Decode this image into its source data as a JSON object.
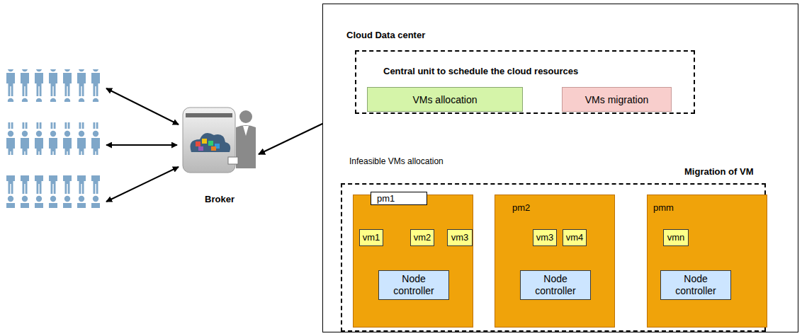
{
  "diagram": {
    "nodes": [
      {
        "text": [
          "Broker"
        ]
      },
      {
        "text": [
          "Cloud Data center"
        ]
      },
      {
        "text": [
          "Central unit to schedule the cloud resources"
        ],
        "in": 1
      },
      {
        "text": [
          "VMs allocation"
        ],
        "in": 2
      },
      {
        "text": [
          "VMs migration"
        ],
        "in": 2
      },
      {
        "text": [
          "Migration of VM"
        ],
        "in": 1
      },
      {
        "text": [
          "pm1"
        ],
        "in": 5
      },
      {
        "text": [
          "vm1"
        ],
        "in": 6
      },
      {
        "text": [
          "vm2"
        ],
        "in": 6
      },
      {
        "text": [
          "vm3"
        ],
        "in": 6
      },
      {
        "text": [
          "Node controller"
        ],
        "in": 6
      },
      {
        "text": [
          "pm2"
        ],
        "in": 5
      },
      {
        "text": [
          "vm3"
        ],
        "in": 11
      },
      {
        "text": [
          "vm4"
        ],
        "in": 11
      },
      {
        "text": [
          "Node controller"
        ],
        "in": 11
      },
      {
        "text": [
          "pmm"
        ],
        "in": 5
      },
      {
        "text": [
          "vmn"
        ],
        "in": 15
      },
      {
        "text": [
          "Node controller"
        ],
        "in": 15
      }
    ],
    "edges": [
      {
        "from": 0,
        "to": 2,
        "arrow": "both"
      },
      {
        "from": 2,
        "to": 5,
        "arrow": "both"
      },
      {
        "from": 16,
        "to": 13,
        "arrow": "to"
      }
    ],
    "labels": [
      "Infeasible VMs allocation"
    ]
  }
}
